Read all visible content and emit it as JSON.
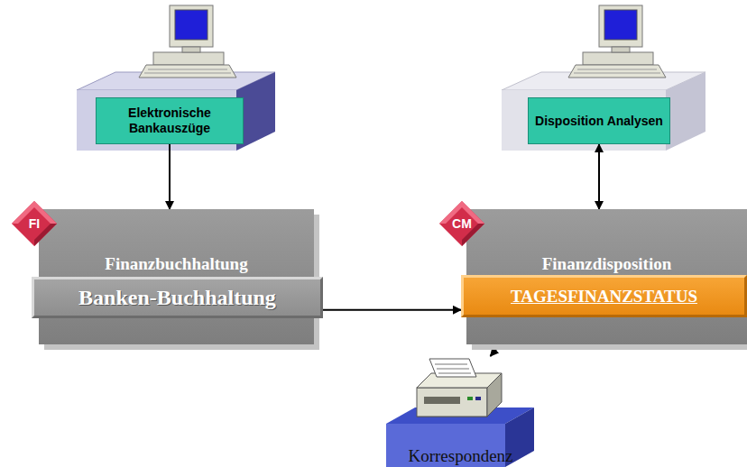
{
  "diagram": {
    "nodes": [
      {
        "text": [
          "Elektronische Bankauszüge"
        ]
      },
      {
        "text": [
          "Disposition Analysen"
        ]
      },
      {
        "text": [
          "FI"
        ]
      },
      {
        "text": [
          "Finanzbuchhaltung"
        ]
      },
      {
        "text": [
          "Banken-Buchhaltung"
        ],
        "in": 3
      },
      {
        "text": [
          "CM"
        ]
      },
      {
        "text": [
          "Finanzdisposition"
        ]
      },
      {
        "text": [
          "TAGESFINANZSTATUS"
        ],
        "in": 6
      },
      {
        "text": [
          "Korrespondenz"
        ]
      }
    ],
    "edges": [
      {
        "from": 0,
        "to": 3,
        "arrow": "to"
      },
      {
        "from": 1,
        "to": 6,
        "arrow": "both"
      },
      {
        "from": 4,
        "to": 7,
        "arrow": "to"
      },
      {
        "from": 7,
        "to": 8,
        "arrow": "to"
      }
    ]
  }
}
